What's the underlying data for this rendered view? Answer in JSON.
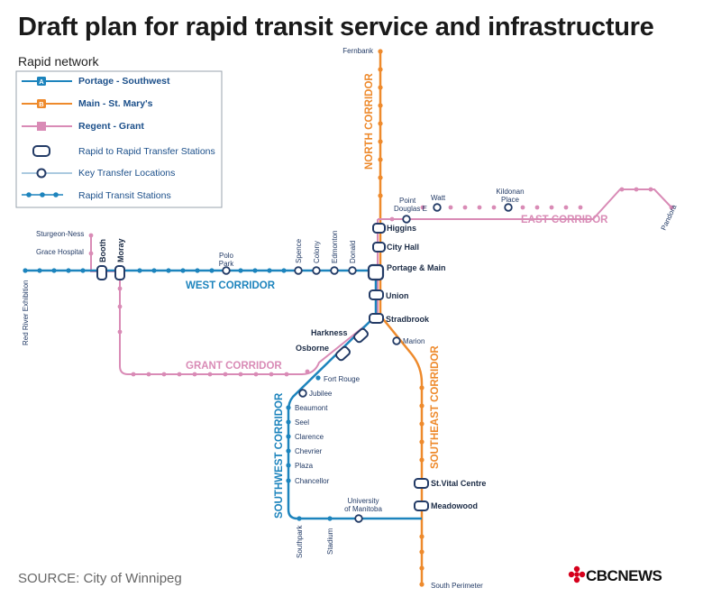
{
  "title": "Draft plan for rapid transit service and infrastructure",
  "legend": {
    "heading": "Rapid network",
    "items": {
      "blue_line": "Portage - Southwest",
      "orange_line": "Main - St. Mary's",
      "pink_line": "Regent - Grant",
      "transfer_station": "Rapid to Rapid Transfer Stations",
      "key_transfer": "Key Transfer Locations",
      "stations": "Rapid Transit Stations"
    },
    "badges": {
      "blue": "A",
      "orange": "B"
    }
  },
  "colors": {
    "blue": "#1d84bd",
    "orange": "#ee8a2c",
    "pink": "#d98bb6",
    "navy": "#233b66"
  },
  "corridors": {
    "north": "NORTH CORRIDOR",
    "east": "EAST CORRIDOR",
    "west": "WEST CORRIDOR",
    "grant": "GRANT CORRIDOR",
    "southwest": "SOUTHWEST CORRIDOR",
    "southeast": "SOUTHEAST CORRIDOR"
  },
  "stations": {
    "fernbank": "Fernbank",
    "higgins": "Higgins",
    "city_hall": "City Hall",
    "portage_main": "Portage & Main",
    "union": "Union",
    "stradbrook": "Stradbrook",
    "harkness": "Harkness",
    "osborne": "Osborne",
    "marion": "Marion",
    "fort_rouge": "Fort Rouge",
    "jubilee": "Jubilee",
    "beaumont": "Beaumont",
    "seel": "Seel",
    "clarence": "Clarence",
    "chevrier": "Chevrier",
    "plaza": "Plaza",
    "chancellor": "Chancellor",
    "university_1": "University",
    "university_2": "of Manitoba",
    "southpark": "Southpark",
    "stadium": "Stadium",
    "st_vital": "St.Vital Centre",
    "meadowood": "Meadowood",
    "south_perimeter": "South Perimeter",
    "point_douglas_1": "Point",
    "point_douglas_2": "Douglas E",
    "watt": "Watt",
    "kildonan_1": "Kildonan",
    "kildonan_2": "Place",
    "pandora": "Pandora",
    "sturgeon_ness": "Sturgeon-Ness",
    "grace_hospital": "Grace Hospital",
    "booth": "Booth",
    "moray": "Moray",
    "polo_1": "Polo",
    "polo_2": "Park",
    "spence": "Spence",
    "colony": "Colony",
    "edmonton": "Edmonton",
    "donald": "Donald",
    "red_river": "Red River Exhibition"
  },
  "source": "SOURCE: City of Winnipeg",
  "logo": "CBCNEWS"
}
